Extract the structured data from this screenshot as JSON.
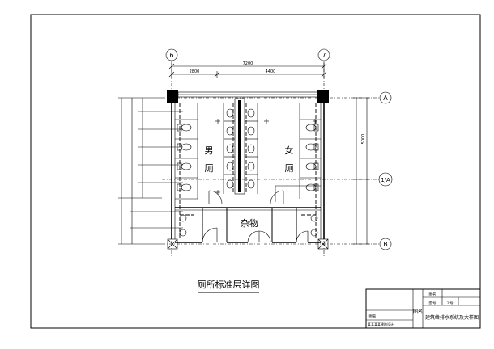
{
  "drawing": {
    "title": "厕所标准层详图",
    "rooms": {
      "male_1": "男",
      "male_2": "厕",
      "female_1": "女",
      "female_2": "厕",
      "storage": "杂物"
    },
    "axes": {
      "col_6": "6",
      "col_7": "7",
      "row_a": "A",
      "row_1a": "1/A",
      "row_b": "B"
    },
    "dimensions": {
      "overall": "7200",
      "left": "2800",
      "right": "4400",
      "right_total": "5000"
    }
  },
  "title_block": {
    "row1_label": "图名",
    "row2_label": "图号",
    "drawing_label": "图名",
    "drawing_name": "建筑给排水系统及大样图",
    "sheet_label": "图号",
    "sheet_value": "S号",
    "file_label": "图名",
    "bottom_note": "某某某某建筑设计"
  },
  "colors": {
    "line": "#000000",
    "background": "#ffffff"
  }
}
